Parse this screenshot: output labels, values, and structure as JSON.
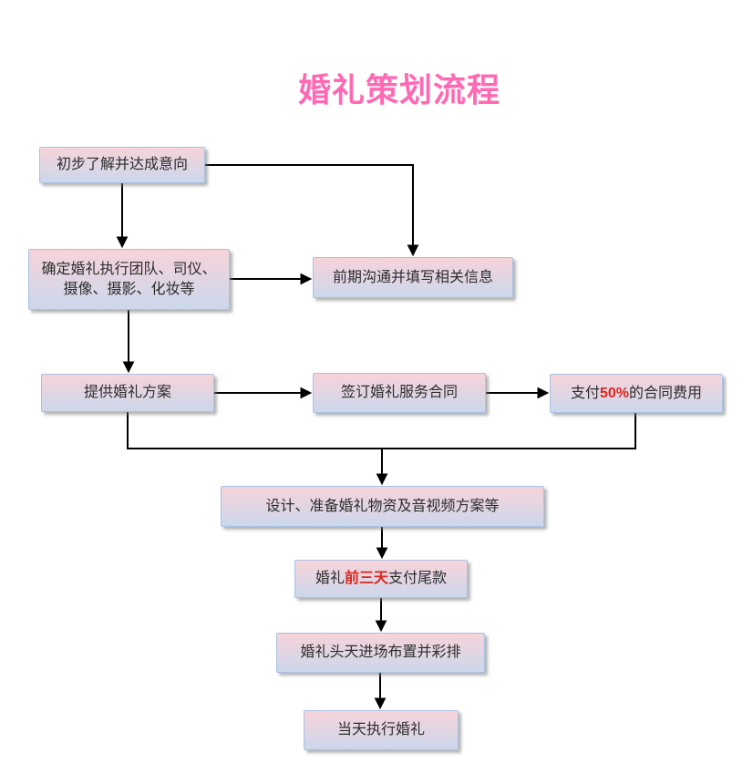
{
  "title": {
    "text": "婚礼策划流程",
    "color": "#ff69b4"
  },
  "colors": {
    "title_pink": "#ff69b4",
    "highlight_red": "#d9261c",
    "box_gradient_top": "#f7d3d9",
    "box_gradient_bottom": "#ccd7ec",
    "box_border": "#a9c2e3",
    "arrow": "#000000",
    "text": "#2d2d2d",
    "background": "#ffffff"
  },
  "nodes": [
    {
      "id": "initial-agreement",
      "label": "初步了解并达成意向"
    },
    {
      "id": "confirm-team",
      "lines": [
        "确定婚礼执行团队、司仪、",
        "摄像、摄影、化妆等"
      ]
    },
    {
      "id": "early-communication",
      "label": "前期沟通并填写相关信息"
    },
    {
      "id": "provide-plan",
      "label": "提供婚礼方案"
    },
    {
      "id": "sign-contract",
      "label": "签订婚礼服务合同"
    },
    {
      "id": "pay-deposit",
      "pre": "支付",
      "highlight": "50%",
      "post": "的合同费用"
    },
    {
      "id": "design-prepare",
      "label": "设计、准备婚礼物资及音视频方案等"
    },
    {
      "id": "pay-balance",
      "pre": "婚礼",
      "highlight": "前三天",
      "post": "支付尾款"
    },
    {
      "id": "setup-rehearsal",
      "label": "婚礼头天进场布置并彩排"
    },
    {
      "id": "execute-wedding",
      "label": "当天执行婚礼"
    }
  ]
}
